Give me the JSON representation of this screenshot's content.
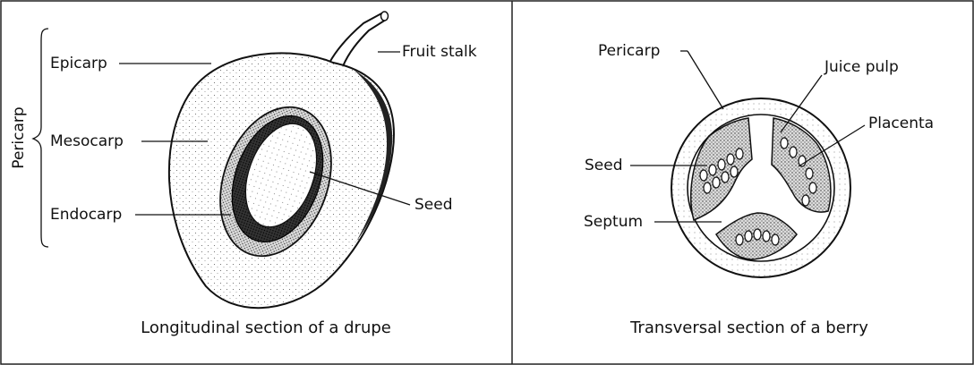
{
  "left_panel": {
    "caption": "Longitudinal section of a drupe",
    "group_label": "Pericarp",
    "labels": {
      "epicarp": "Epicarp",
      "mesocarp": "Mesocarp",
      "endocarp": "Endocarp",
      "fruit_stalk": "Fruit stalk",
      "seed": "Seed"
    }
  },
  "right_panel": {
    "caption": "Transversal section of a berry",
    "labels": {
      "pericarp": "Pericarp",
      "juice_pulp": "Juice pulp",
      "placenta": "Placenta",
      "seed": "Seed",
      "septum": "Septum"
    }
  }
}
